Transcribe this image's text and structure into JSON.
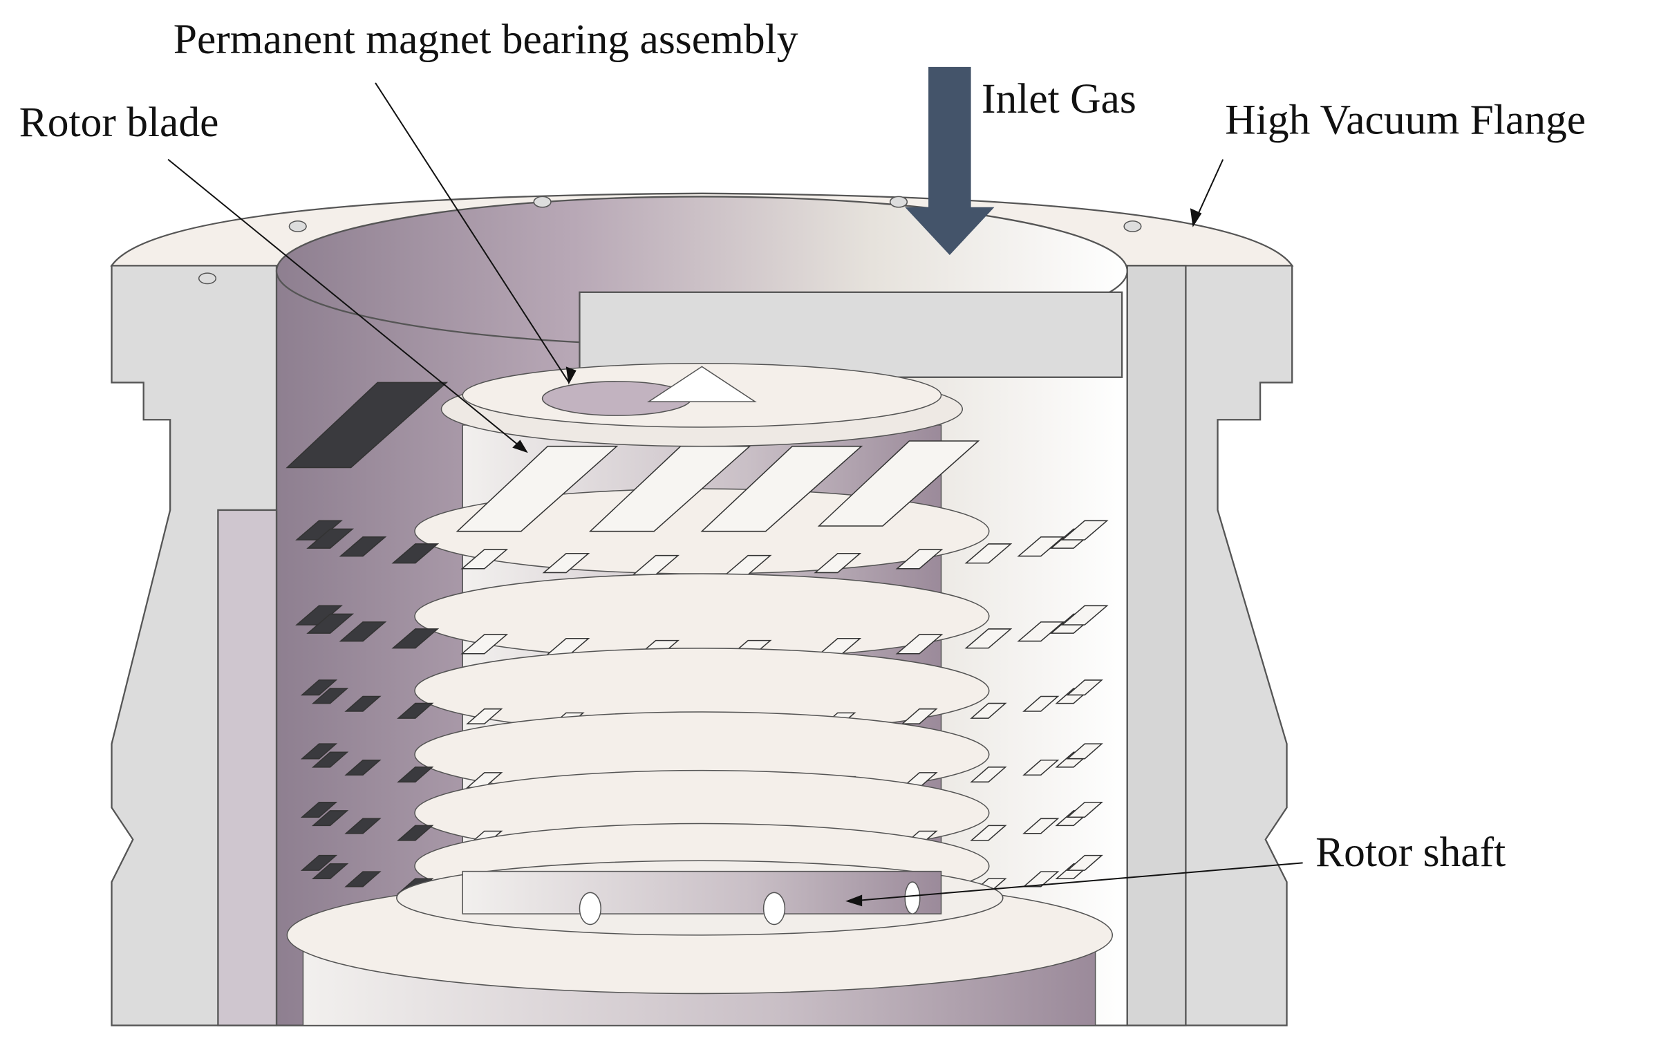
{
  "diagram": {
    "labels": {
      "bearing": "Permanent magnet bearing assembly",
      "rotor_blade": "Rotor blade",
      "inlet_gas": "Inlet Gas",
      "flange": "High Vacuum Flange",
      "rotor_shaft": "Rotor shaft"
    },
    "colors": {
      "inlet_arrow": "#44546a",
      "housing": "#dcdcdc",
      "housing_edge": "#555555",
      "bore": "#a898a8",
      "blade_light": "#f7f5f2",
      "blade_dark": "#3a3a3e",
      "flange_face": "#f4efea"
    }
  }
}
